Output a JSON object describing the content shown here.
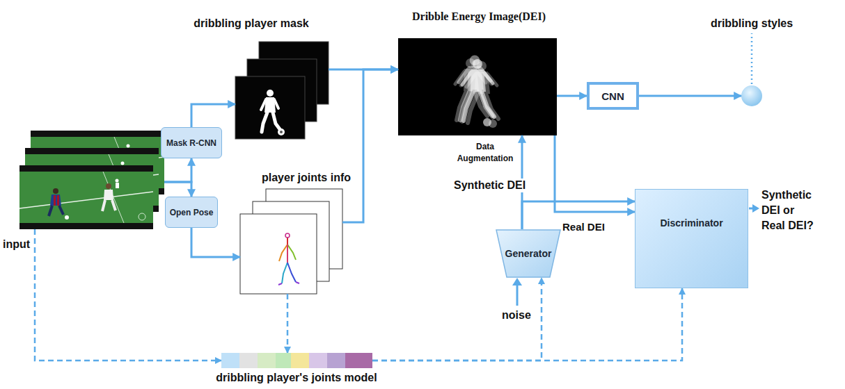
{
  "diagram": {
    "nodes": [
      {
        "text": [
          "input"
        ]
      },
      {
        "text": [
          "Mask R-CNN"
        ]
      },
      {
        "text": [
          "Open Pose"
        ]
      },
      {
        "text": [
          "dribbling player mask"
        ]
      },
      {
        "text": [
          "player joints info"
        ]
      },
      {
        "text": [
          "Dribble Energy Image(DEI)"
        ]
      },
      {
        "text": [
          "CNN"
        ]
      },
      {
        "text": [
          "dribbling styles"
        ]
      },
      {
        "text": [
          "Generator"
        ]
      },
      {
        "text": [
          "Discriminator"
        ]
      },
      {
        "text": [
          "dribbling player's joints model"
        ]
      }
    ],
    "edges": [
      {
        "from": 0,
        "to": 1,
        "arrow": "to"
      },
      {
        "from": 0,
        "to": 2,
        "arrow": "to"
      },
      {
        "from": 1,
        "to": 3,
        "arrow": "to"
      },
      {
        "from": 2,
        "to": 4,
        "arrow": "to"
      },
      {
        "from": 3,
        "to": 5,
        "arrow": "to"
      },
      {
        "from": 4,
        "to": 5,
        "arrow": "to"
      },
      {
        "from": 5,
        "to": 6,
        "arrow": "to"
      },
      {
        "from": 6,
        "to": 7,
        "arrow": "to"
      },
      {
        "from": 8,
        "to": 5,
        "label": "Data Augmentation",
        "arrow": "to"
      },
      {
        "from": 8,
        "to": 9,
        "arrow": "to"
      },
      {
        "from": 5,
        "to": 9,
        "label": "Real DEI",
        "arrow": "to"
      },
      {
        "from": 0,
        "to": 10,
        "arrow": "to"
      },
      {
        "from": 4,
        "to": 10,
        "arrow": "to"
      },
      {
        "from": 10,
        "to": 8,
        "arrow": "to"
      },
      {
        "from": 10,
        "to": 9,
        "arrow": "to"
      }
    ],
    "labels": [
      "Synthetic DEI",
      "noise",
      "Synthetic DEI or Real DEI?"
    ]
  }
}
